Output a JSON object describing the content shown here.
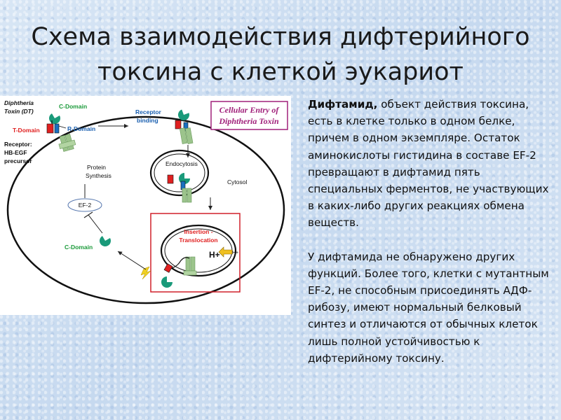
{
  "slide": {
    "title_line1": "Схема взаимодействия дифтерийного",
    "title_line2": "токсина с клеткой эукариот"
  },
  "diagram": {
    "heading_line1": "Cellular Entry of",
    "heading_line2": "Diphtheria Toxin",
    "toxin_label_line1": "Diphtheria",
    "toxin_label_line2": "Toxin (DT)",
    "c_domain": "C-Domain",
    "t_domain": "T-Domain",
    "r_domain": "R-Domain",
    "receptor_line1": "Receptor:",
    "receptor_line2": "HB-EGF",
    "receptor_line3": "precursor",
    "receptor_binding_line1": "Receptor",
    "receptor_binding_line2": "binding",
    "endocytosis": "Endocytosis",
    "cytosol": "Cytosol",
    "protein_synthesis_line1": "Protein",
    "protein_synthesis_line2": "Synthesis",
    "ef2": "EF-2",
    "c_domain_free": "C-Domain",
    "insertion_line1": "Insertion -",
    "insertion_line2": "Translocation",
    "h_plus": "H+",
    "h_plus_small": "H+",
    "colors": {
      "c_domain": "#1a9a7a",
      "t_domain": "#e02020",
      "r_domain": "#1a70c0",
      "receptor": "#9cc48c",
      "green_label": "#1b9a3a",
      "blue_label": "#1a5fb0",
      "red_label": "#e02020",
      "heading": "#a0207a",
      "box_border": "#d0202a"
    }
  },
  "description": {
    "p1_bold": "Дифтамид,",
    "p1_rest": " объект действия токсина, есть в клетке только в одном белке, причем в одном экземпляре. Остаток аминокислоты гистидина в составе EF-2 превращают в дифтамид пять специальных ферментов, не участвующих в каких-либо других реакциях обмена веществ.",
    "p2": "У дифтамида не обнаружено других функций. Более того, клетки с мутантным EF-2, не способным присоединять АДФ-рибозу, имеют нормальный белковый синтез и отличаются от обычных клеток лишь полной устойчивостью к дифтерийному токсину."
  }
}
